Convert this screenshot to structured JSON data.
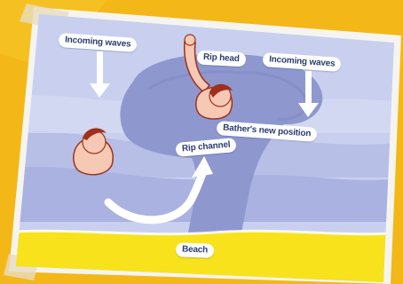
{
  "diagram": {
    "labels": {
      "incoming_waves_left": "Incoming waves",
      "rip_head": "Rip head",
      "incoming_waves_right": "Incoming waves",
      "bathers_new_position": "Bather's new position",
      "rip_channel": "Rip channel",
      "beach": "Beach"
    }
  },
  "colors": {
    "background_yellow": "#f3b817",
    "sea_light": "#c9d0ef",
    "sea_mid": "#a9b2e0",
    "rip_current": "#8e98cf",
    "sand": "#f8e21c",
    "label_text": "#2c3e6e",
    "arrow": "#ffffff",
    "skin": "#f6c9b4",
    "hair": "#a0301c"
  },
  "icons": {
    "bather_initial": "swimmer-head-shoulders-icon",
    "bather_new": "swimmer-waving-arm-icon",
    "arrows": "white-flow-arrow-icon"
  }
}
